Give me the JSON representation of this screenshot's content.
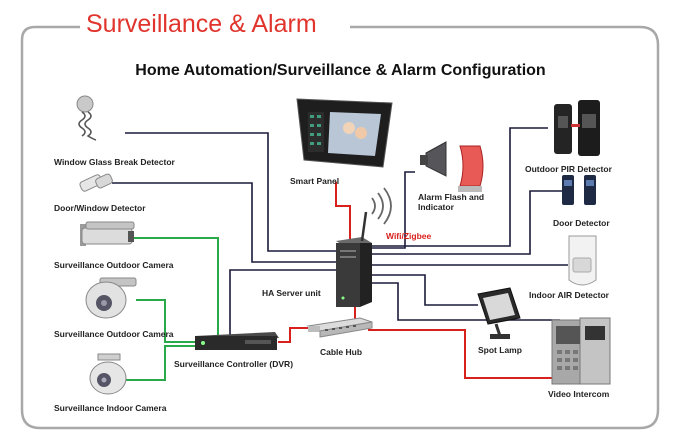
{
  "header": {
    "section_title": "Surveillance & Alarm",
    "diagram_title": "Home Automation/Surveillance & Alarm Configuration"
  },
  "colors": {
    "frame": "#a8a8a8",
    "title_red": "#e0342c",
    "wire_black": "#1a1a3a",
    "wire_green": "#2aa84a",
    "wire_red": "#d8201c"
  },
  "devices": {
    "glass_break": "Window Glass Break Detector",
    "door_window": "Door/Window Detector",
    "outdoor_cam_1": "Surveillance Outdoor Camera",
    "outdoor_cam_2": "Surveillance Outdoor Camera",
    "indoor_cam": "Surveillance Indoor Camera",
    "dvr": "Surveillance Controller (DVR)",
    "smart_panel": "Smart Panel",
    "ha_server": "HA Server unit",
    "wifi": "Wifi/Zigbee",
    "alarm_flash": "Alarm Flash and Indicator",
    "cable_hub": "Cable Hub",
    "outdoor_pir": "Outdoor PIR Detector",
    "door_detector": "Door Detector",
    "indoor_air": "Indoor AIR Detector",
    "spot_lamp": "Spot Lamp",
    "video_intercom": "Video Intercom"
  },
  "icons": {
    "glass_break": "glass-break-sensor-icon",
    "door_window": "door-window-sensor-icon",
    "outdoor_cam_1": "bullet-camera-icon",
    "outdoor_cam_2": "dome-camera-icon",
    "indoor_cam": "indoor-camera-icon",
    "dvr": "dvr-recorder-icon",
    "smart_panel": "touch-panel-icon",
    "ha_server": "server-tower-icon",
    "wifi": "wireless-signal-icon",
    "alarm_flash": "siren-strobe-icon",
    "cable_hub": "network-switch-icon",
    "outdoor_pir": "beam-detector-icon",
    "door_detector": "door-sensor-icon",
    "indoor_air": "motion-detector-icon",
    "spot_lamp": "flood-lamp-icon",
    "video_intercom": "intercom-panel-icon"
  }
}
